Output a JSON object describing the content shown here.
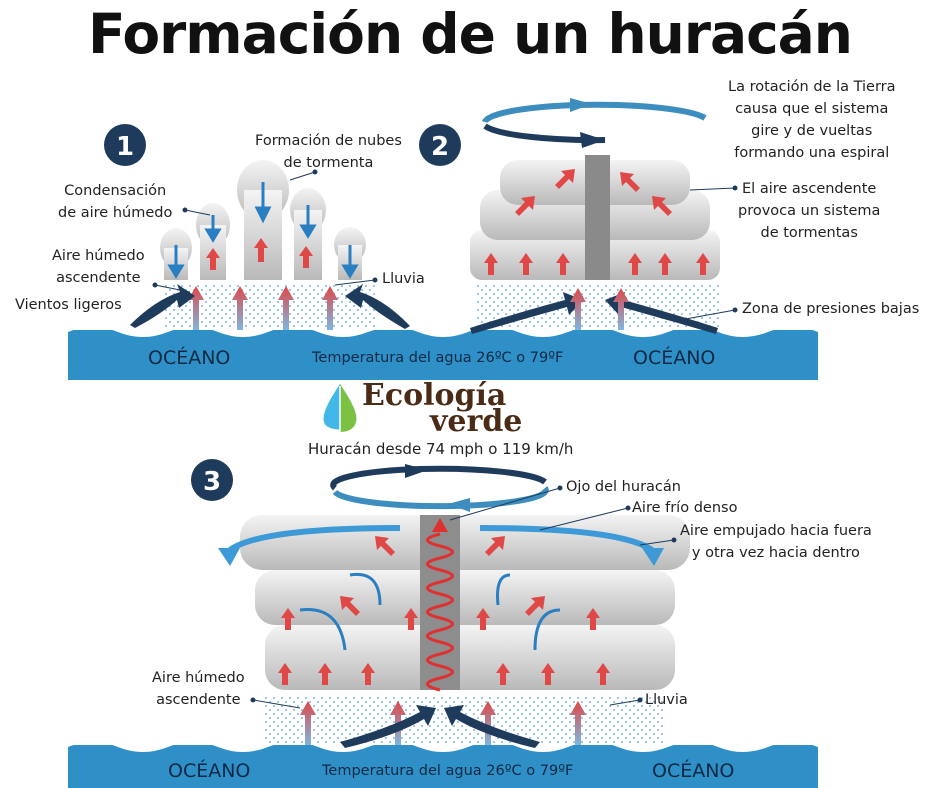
{
  "title": "Formación de un huracán",
  "steps": [
    "1",
    "2",
    "3"
  ],
  "panel1": {
    "labels": {
      "clouds": "Formación de nubes\nde tormenta",
      "condensation": "Condensación\nde aire húmedo",
      "humid": "Aire húmedo\nascendente",
      "winds": "Vientos ligeros",
      "rain": "Lluvia"
    }
  },
  "panel2": {
    "labels": {
      "rotation": "La rotación de la Tierra\ncausa que el sistema\ngire y de vueltas\nformando una espiral",
      "rising": "El aire ascendente\nprovoca un sistema\nde tormentas",
      "low": "Zona de presiones bajas"
    }
  },
  "ocean_top": {
    "left": "OCÉANO",
    "center": "Temperatura del agua 26ºC o 79ºF",
    "right": "OCÉANO"
  },
  "logo": {
    "line1": "Ecología",
    "line2": "verde"
  },
  "threshold": "Huracán desde 74 mph o 119 km/h",
  "panel3": {
    "labels": {
      "eye": "Ojo del huracán",
      "cold": "Aire frío denso",
      "pushed": "Aire empujado hacia fuera\ny otra vez hacia dentro",
      "humid": "Aire húmedo\nascendente",
      "rain": "Lluvia"
    }
  },
  "ocean_bottom": {
    "left": "OCÉANO",
    "center": "Temperatura del agua 26ºC o 79ºF",
    "right": "OCÉANO"
  },
  "colors": {
    "ocean": "#2f8fc7",
    "navy": "#1f3b5c",
    "red": "#e04848",
    "blue": "#2a7fc2"
  }
}
